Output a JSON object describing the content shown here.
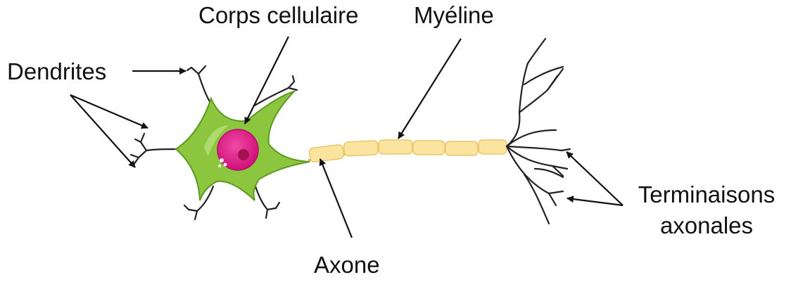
{
  "labels": {
    "cell_body": "Corps cellulaire",
    "myelin": "Myéline",
    "dendrites": "Dendrites",
    "axon": "Axone",
    "terminals_line1": "Terminaisons",
    "terminals_line2": "axonales"
  },
  "colors": {
    "soma": "#8cc63f",
    "soma_dark": "#5e9a22",
    "nucleus": "#e5178a",
    "nucleolus": "#a3124f",
    "myelin": "#fbe3a0",
    "myelin_edge": "#e8c76a",
    "ink": "#111111"
  }
}
